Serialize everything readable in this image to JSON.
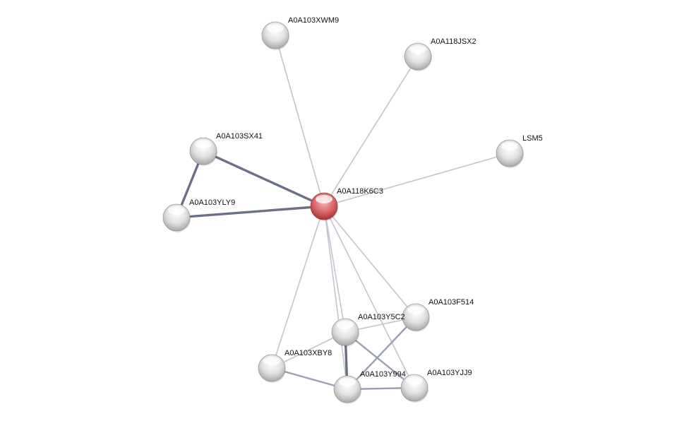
{
  "network": {
    "query_color": "#d9595c",
    "node_color": "#e4e4e4",
    "nodes": [
      {
        "id": "A0A118K6C3",
        "label": "A0A118K6C3",
        "query": true
      },
      {
        "id": "A0A103XWM9",
        "label": "A0A103XWM9"
      },
      {
        "id": "A0A118JSX2",
        "label": "A0A118JSX2"
      },
      {
        "id": "LSM5",
        "label": "LSM5"
      },
      {
        "id": "A0A103SX41",
        "label": "A0A103SX41"
      },
      {
        "id": "A0A103YLY9",
        "label": "A0A103YLY9"
      },
      {
        "id": "A0A103F514",
        "label": "A0A103F514"
      },
      {
        "id": "A0A103Y5C2",
        "label": "A0A103Y5C2"
      },
      {
        "id": "A0A103XBY8",
        "label": "A0A103XBY8"
      },
      {
        "id": "A0A103Y994",
        "label": "A0A103Y994"
      },
      {
        "id": "A0A103YJJ9",
        "label": "A0A103YJJ9"
      }
    ],
    "edges": [
      {
        "source": "A0A118K6C3",
        "target": "A0A103XWM9",
        "strength": 1
      },
      {
        "source": "A0A118K6C3",
        "target": "A0A118JSX2",
        "strength": 1
      },
      {
        "source": "A0A118K6C3",
        "target": "LSM5",
        "strength": 1
      },
      {
        "source": "A0A118K6C3",
        "target": "A0A103SX41",
        "strength": 3
      },
      {
        "source": "A0A118K6C3",
        "target": "A0A103YLY9",
        "strength": 3
      },
      {
        "source": "A0A103SX41",
        "target": "A0A103YLY9",
        "strength": 3
      },
      {
        "source": "A0A118K6C3",
        "target": "A0A103Y5C2",
        "strength": 1
      },
      {
        "source": "A0A118K6C3",
        "target": "A0A103Y994",
        "strength": 1
      },
      {
        "source": "A0A118K6C3",
        "target": "A0A103F514",
        "strength": 1
      },
      {
        "source": "A0A118K6C3",
        "target": "A0A103YJJ9",
        "strength": 1
      },
      {
        "source": "A0A118K6C3",
        "target": "A0A103XBY8",
        "strength": 1
      },
      {
        "source": "A0A103Y5C2",
        "target": "A0A103F514",
        "strength": 1
      },
      {
        "source": "A0A103Y5C2",
        "target": "A0A103XBY8",
        "strength": 1
      },
      {
        "source": "A0A103Y5C2",
        "target": "A0A103Y994",
        "strength": 3
      },
      {
        "source": "A0A103Y5C2",
        "target": "A0A103YJJ9",
        "strength": 2
      },
      {
        "source": "A0A103F514",
        "target": "A0A103Y994",
        "strength": 2
      },
      {
        "source": "A0A103XBY8",
        "target": "A0A103Y994",
        "strength": 2
      },
      {
        "source": "A0A103Y994",
        "target": "A0A103YJJ9",
        "strength": 2
      }
    ]
  }
}
